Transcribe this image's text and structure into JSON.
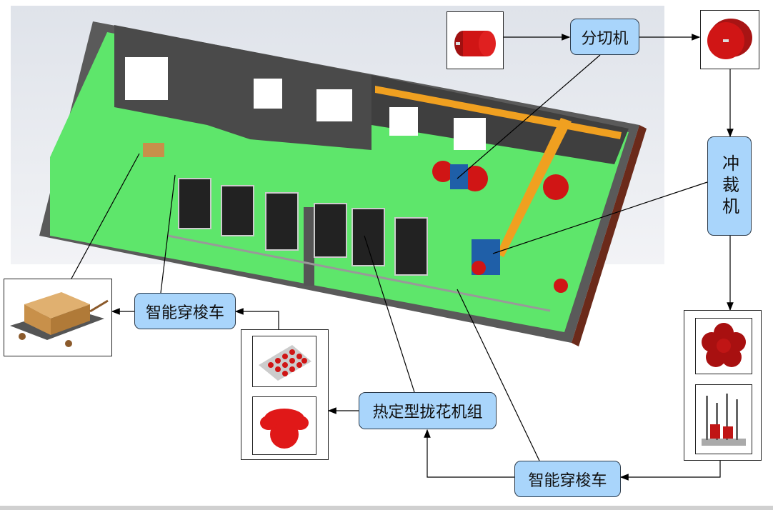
{
  "labels": {
    "slitter": "分切机",
    "punch": "冲裁机",
    "shuttle_left": "智能穿梭车",
    "shuttle_bottom": "智能穿梭车",
    "heat_setting": "热定型拢花机组"
  },
  "colors": {
    "label_fill": "#a9d5fb",
    "floor": "#5ee66b",
    "product": "#d01515",
    "rail": "#f0a020"
  }
}
